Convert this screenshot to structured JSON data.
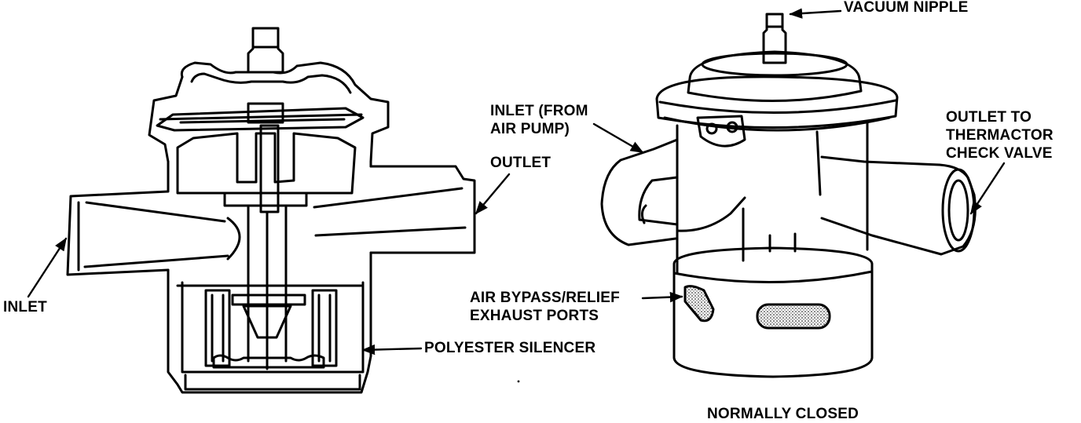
{
  "labels": {
    "vacuum_nipple": "VACUUM NIPPLE",
    "inlet_from_pump_1": "INLET (FROM",
    "inlet_from_pump_2": "AIR PUMP)",
    "outlet": "OUTLET",
    "outlet_to_1": "OUTLET TO",
    "outlet_to_2": "THERMACTOR",
    "outlet_to_3": "CHECK VALVE",
    "inlet": "INLET",
    "bypass_1": "AIR BYPASS/RELIEF",
    "bypass_2": "EXHAUST PORTS",
    "silencer": "POLYESTER SILENCER",
    "caption": "NORMALLY CLOSED"
  },
  "colors": {
    "ink": "#000000",
    "paper": "#ffffff"
  }
}
